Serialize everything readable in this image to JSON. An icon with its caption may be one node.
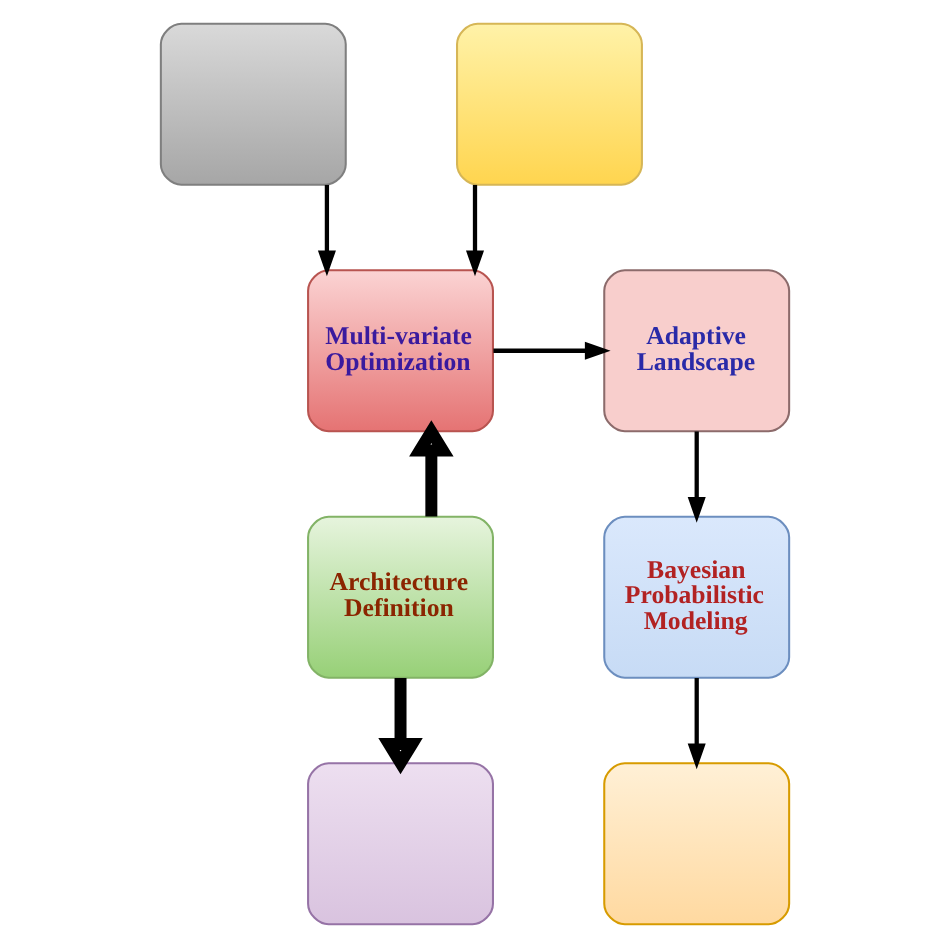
{
  "diagram": {
    "nodes": [
      {
        "text": [],
        "shape": "box"
      },
      {
        "text": [],
        "shape": "box"
      },
      {
        "text": [
          "Multi-variate Optimization"
        ]
      },
      {
        "text": [
          "Adaptive Landscape"
        ]
      },
      {
        "text": [
          "Architecture Definition"
        ]
      },
      {
        "text": [
          "Bayesian Probabilistic Modeling"
        ]
      },
      {
        "text": [],
        "shape": "box"
      },
      {
        "text": [],
        "shape": "box"
      }
    ],
    "edges": [
      {
        "from": 0,
        "to": 2,
        "arrow": "to"
      },
      {
        "from": 1,
        "to": 2,
        "arrow": "to"
      },
      {
        "from": 2,
        "to": 3,
        "arrow": "to"
      },
      {
        "from": 3,
        "to": 5,
        "arrow": "to"
      },
      {
        "from": 4,
        "to": 2,
        "arrow": "to",
        "style": "thick"
      },
      {
        "from": 4,
        "to": 6,
        "arrow": "to",
        "style": "thick"
      },
      {
        "from": 5,
        "to": 7,
        "arrow": "to"
      }
    ]
  }
}
